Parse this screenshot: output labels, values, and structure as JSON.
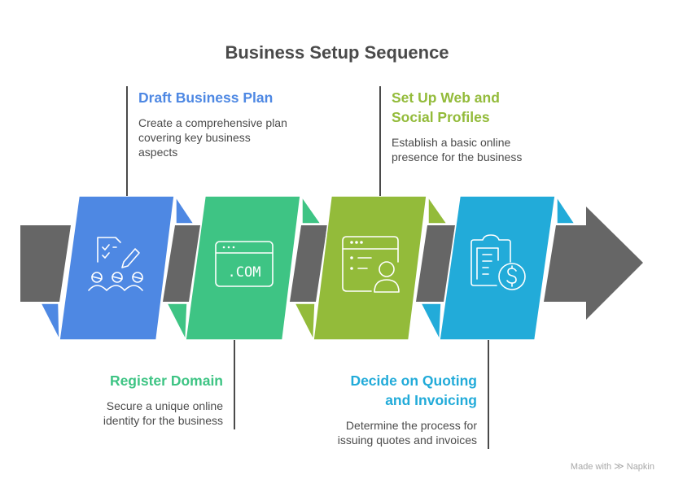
{
  "title": "Business Setup Sequence",
  "colors": {
    "step1": "#4e88e3",
    "step2": "#3ec484",
    "step3": "#93bb3a",
    "step4": "#22abd9",
    "arrow": "#666666",
    "title_text": "#4a4a4a",
    "body_text": "#4b4b4b"
  },
  "steps": [
    {
      "title": "Draft Business Plan",
      "description": "Create a comprehensive plan covering key business aspects",
      "icon": "planning-team-icon",
      "position": "top"
    },
    {
      "title": "Register Domain",
      "description": "Secure a unique online identity for the business",
      "icon": "dot-com-browser-icon",
      "position": "bottom"
    },
    {
      "title": "Set Up Web and Social Profiles",
      "description": "Establish a basic online presence for the business",
      "icon": "web-profile-icon",
      "position": "top"
    },
    {
      "title": "Decide on Quoting and Invoicing",
      "description": "Determine the process for issuing quotes and invoices",
      "icon": "clipboard-dollar-icon",
      "position": "bottom"
    }
  ],
  "icon_text": {
    "domain": ".COM"
  },
  "watermark": {
    "prefix": "Made with",
    "brand": "Napkin"
  }
}
